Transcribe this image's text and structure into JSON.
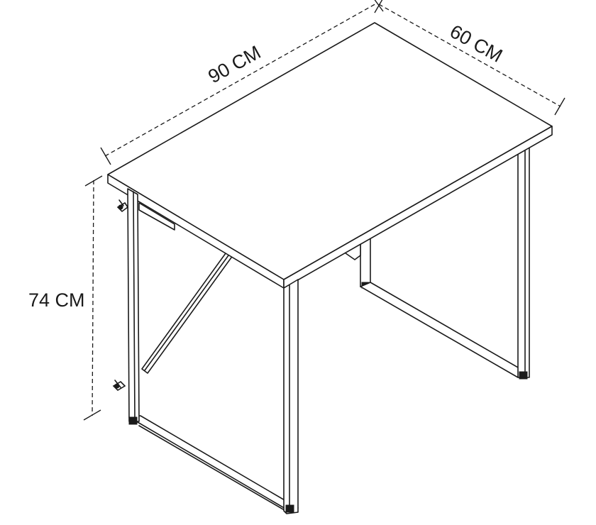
{
  "dimensions": {
    "width_label": "90 CM",
    "depth_label": "60 CM",
    "height_label": "74 CM"
  },
  "colors": {
    "line": "#1a1a1a",
    "background": "#ffffff"
  }
}
